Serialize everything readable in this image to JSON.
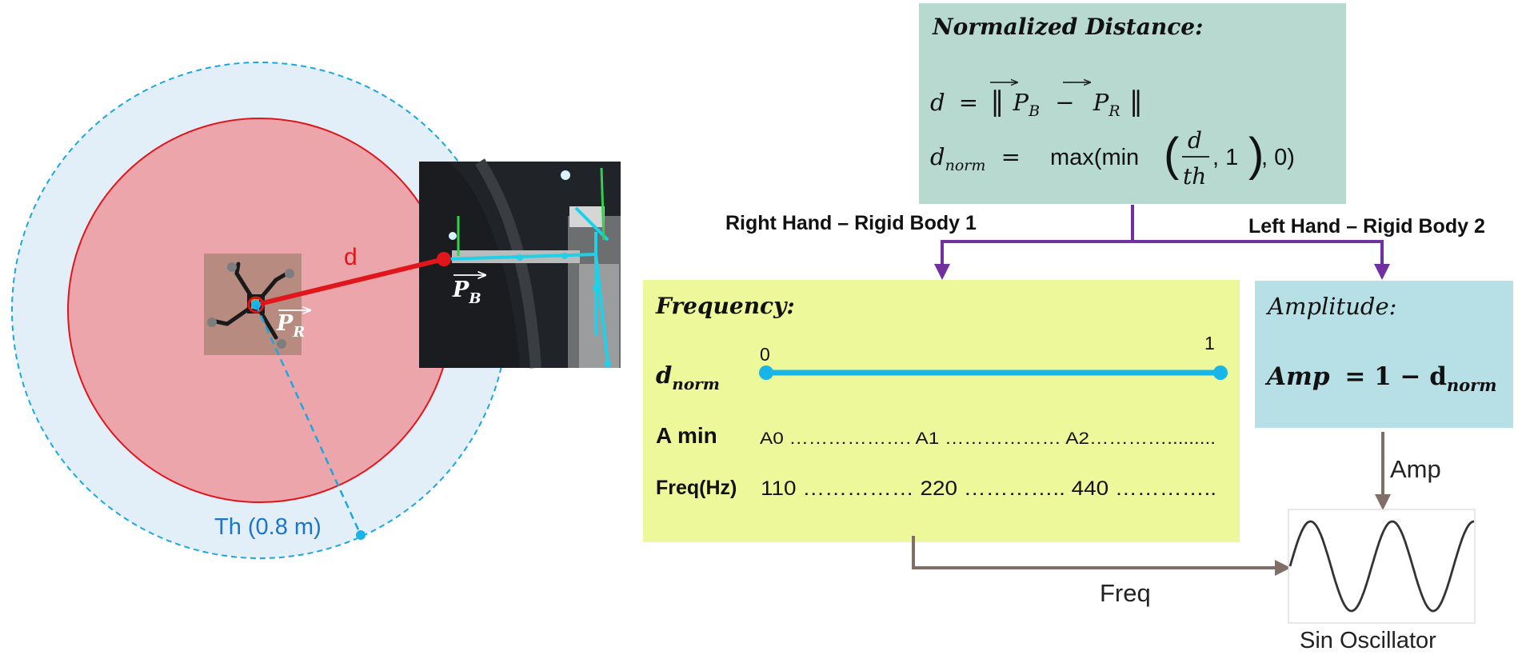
{
  "left_diagram": {
    "distance_label": "d",
    "threshold_label": "Th (0.8 m)",
    "robot_vector": {
      "base": "P",
      "subscript": "R"
    },
    "body_vector": {
      "base": "P",
      "subscript": "B"
    }
  },
  "normalized_box": {
    "title": "Normalized Distance:",
    "eq1": {
      "lhs": "d",
      "eq": "=",
      "open": "‖",
      "t1": "P",
      "t1_sub": "B",
      "minus": "−",
      "t2": "P",
      "t2_sub": "R",
      "close": "‖"
    },
    "eq2": {
      "lhs": "d",
      "lhs_sub": "norm",
      "eq": "=",
      "fn": "max(min",
      "frac_num": "d",
      "frac_den": "th",
      "rest": ", 1",
      "tail": ", 0)"
    }
  },
  "branches": {
    "right": "Right Hand – Rigid Body 1",
    "left": "Left Hand – Rigid Body 2"
  },
  "frequency_box": {
    "title": "Frequency:",
    "dnorm_base": "d",
    "dnorm_sub": "norm",
    "scale_min": "0",
    "scale_max": "1",
    "amin_label": "A min",
    "amin_values": "A0 ………………. A1 ……………… A2………….........",
    "freq_label": "Freq(Hz)",
    "freq_values": "110 …………… 220 ………….. 440 ………….."
  },
  "amplitude_box": {
    "title": "Amplitude:",
    "eq_lhs": "Amp",
    "eq_rest": "= 1 − d",
    "eq_sub": "norm"
  },
  "signals": {
    "amp": "Amp",
    "freq": "Freq"
  },
  "oscillator": {
    "label": "Sin Oscillator"
  },
  "colors": {
    "red": "#e0161b",
    "blue_dash": "#1aa7e0",
    "cyan": "#18b6e8",
    "teal_box": "#b7d9cf",
    "yellow_box": "#ecf89a",
    "blue_box": "#b7e0e6",
    "purple": "#7030a0",
    "brown": "#7f6f67",
    "threshold_text": "#1976c9"
  }
}
